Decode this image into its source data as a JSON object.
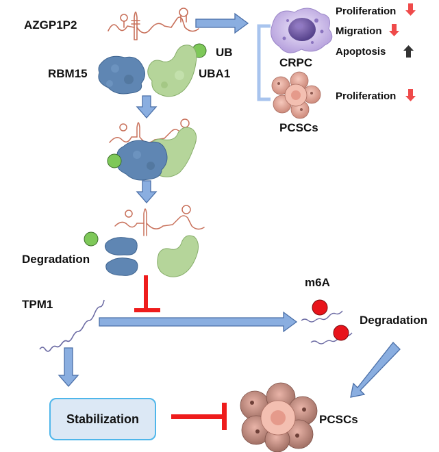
{
  "labels": {
    "azgp1p2": "AZGP1P2",
    "ub_top": "UB",
    "rbm15": "RBM15",
    "uba1": "UBA1",
    "crpc": "CRPC",
    "pcscs_top": "PCSCs",
    "degradation_left": "Degradation",
    "tpm1": "TPM1",
    "m6a": "m6A",
    "degradation_right": "Degradation",
    "pcscs_bottom": "PCSCs",
    "stabilization": "Stabilization"
  },
  "effects": {
    "crpc": [
      {
        "label": "Proliferation",
        "direction": "down"
      },
      {
        "label": "Migration",
        "direction": "down"
      },
      {
        "label": "Apoptosis",
        "direction": "up"
      }
    ],
    "pcscs": [
      {
        "label": "Proliferation",
        "direction": "down"
      }
    ]
  },
  "colors": {
    "arrow_fill": "#8aaee0",
    "arrow_stroke": "#4a6fa8",
    "inhibit": "#ee1c1c",
    "down_arrow": "#ef4a4a",
    "up_arrow": "#333333",
    "rna": "#c8705a",
    "rbm15": "#5f86b3",
    "uba1": "#b5d59a",
    "ub": "#7ec859",
    "m6a": "#e8141b",
    "bracket": "#a8c4ee"
  }
}
